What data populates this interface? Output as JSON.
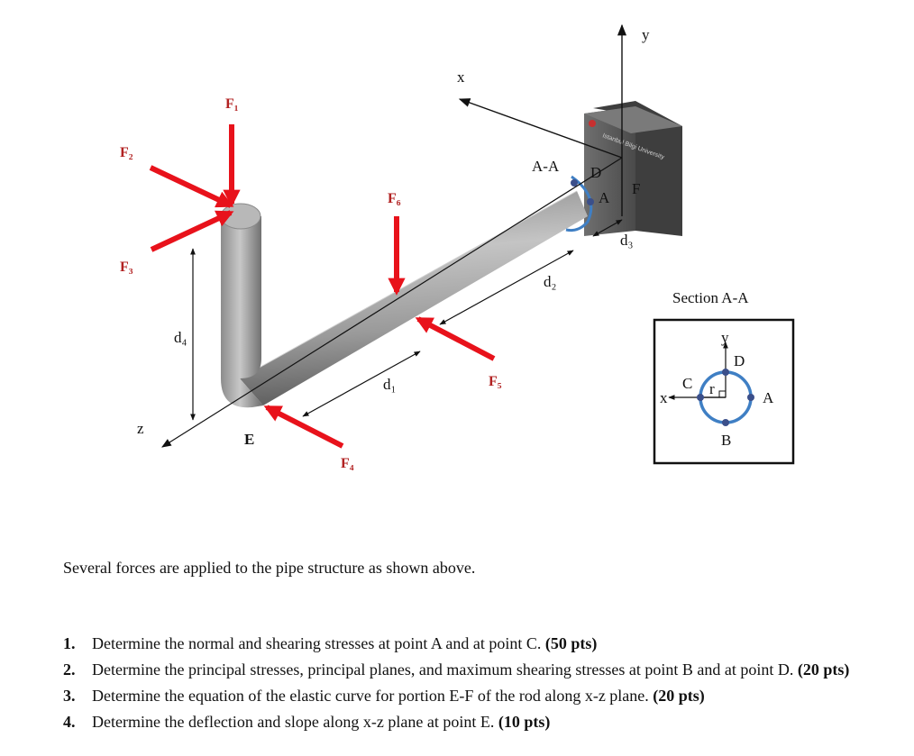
{
  "figure": {
    "axes": {
      "x": "x",
      "y": "y",
      "z": "z"
    },
    "forces": [
      "F₁",
      "F₂",
      "F₃",
      "F₄",
      "F₅",
      "F₆"
    ],
    "dimensions": [
      "d₁",
      "d₂",
      "d₃",
      "d₄"
    ],
    "points": {
      "E": "E",
      "F": "F",
      "A": "A",
      "D": "D"
    },
    "section_marker": "A-A",
    "wall_logo": "Istanbul Bilgi University",
    "section_view": {
      "title": "Section A-A",
      "y_axis": "y",
      "x_axis": "x",
      "radius": "r",
      "points": [
        "D",
        "C",
        "A",
        "B"
      ]
    },
    "colors": {
      "force_arrow": "#e8121b",
      "section_ring": "#3f7fc4",
      "point_dot": "#3b4f8a"
    }
  },
  "intro_text": "Several forces are applied to the pipe structure as shown above.",
  "questions": [
    {
      "num": "1.",
      "text": "Determine the normal and shearing stresses at point A and at point C. ",
      "pts": "(50 pts)"
    },
    {
      "num": "2.",
      "text": "Determine the principal stresses, principal planes, and maximum shearing stresses at point B and at point D. ",
      "pts": "(20 pts)"
    },
    {
      "num": "3.",
      "text": "Determine the equation of the elastic curve for portion E-F of the rod along x-z plane. ",
      "pts": "(20 pts)"
    },
    {
      "num": "4.",
      "text": "Determine the deflection and slope along x-z plane at point E. ",
      "pts": "(10 pts)"
    }
  ]
}
